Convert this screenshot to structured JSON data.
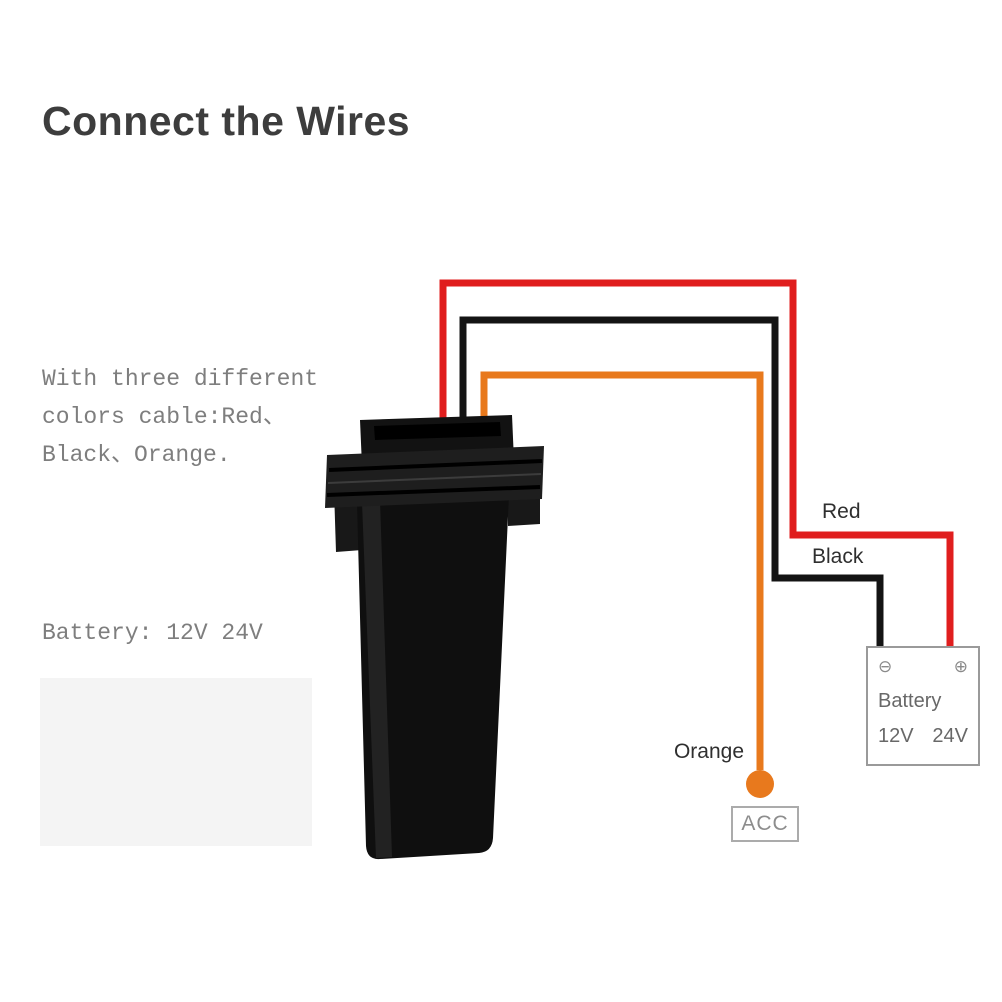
{
  "title": "Connect the Wires",
  "description": {
    "lines": [
      "With three different",
      "colors cable:Red、",
      "Black、Orange."
    ],
    "battery_note": "Battery: 12V 24V"
  },
  "wires": {
    "red_label": "Red",
    "black_label": "Black",
    "orange_label": "Orange"
  },
  "battery": {
    "minus_symbol": "⊖",
    "plus_symbol": "⊕",
    "name": "Battery",
    "voltage_left": "12V",
    "voltage_right": "24V"
  },
  "acc": {
    "label": "ACC"
  },
  "colors": {
    "red_wire": "#e01e1e",
    "black_wire": "#141414",
    "orange_wire": "#e8791d",
    "title_text": "#3d3d3d",
    "body_text": "#7e7e7e",
    "label_text": "#2f2f2f",
    "battery_border": "#9a9a9a",
    "battery_text": "#686868",
    "terminal_text": "#8a8a8a",
    "acc_border": "#ababab",
    "acc_text": "#8d8d8d",
    "panel_bg": "#f4f4f4",
    "device_dark": "#101010",
    "device_mid": "#1e1e1e",
    "device_highlight": "#2a2a2a"
  }
}
